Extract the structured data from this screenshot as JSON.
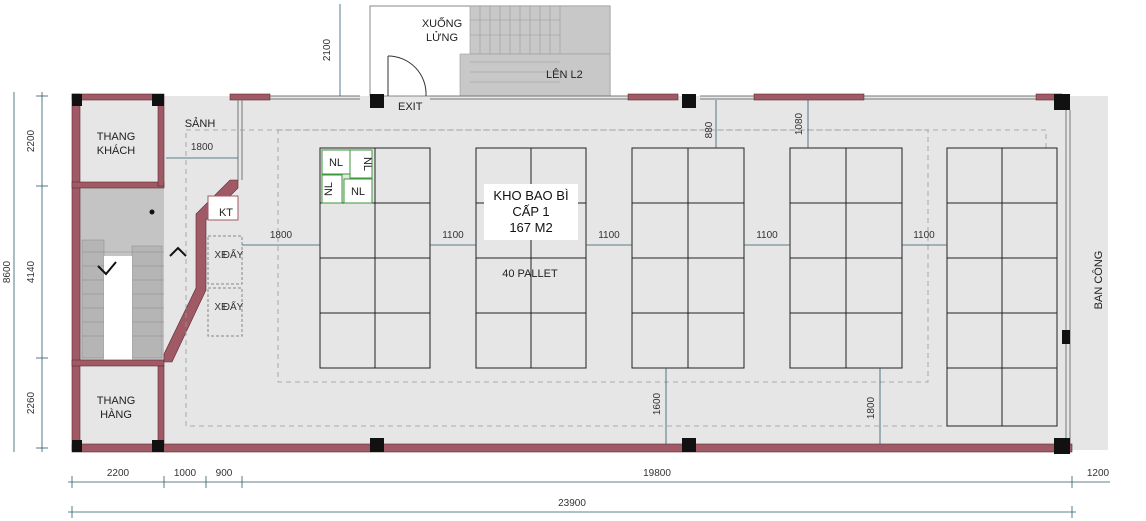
{
  "rooms": {
    "thang_khach_line1": "THANG",
    "thang_khach_line2": "KHÁCH",
    "sanh": "SẢNH",
    "thang_hang_line1": "THANG",
    "thang_hang_line2": "HÀNG",
    "kt": "KT",
    "xe_day_1_line1": "XE",
    "xe_day_1_line2": "ĐẨY",
    "xe_day_2_line1": "XE",
    "xe_day_2_line2": "ĐẨY",
    "xuong_lung_line1": "XUỐNG",
    "xuong_lung_line2": "LỬNG",
    "len_l2": "LÊN L2",
    "exit": "EXIT",
    "ban_cong": "BAN CÔNG",
    "nl": "NL",
    "warehouse_line1": "KHO BAO BÌ",
    "warehouse_line2": "CẤP 1",
    "warehouse_line3": "167 M2",
    "pallet_count": "40 PALLET"
  },
  "dimensions": {
    "d2100": "2100",
    "d1800_lobby": "1800",
    "d1800_left": "1800",
    "d1100_a": "1100",
    "d1100_b": "1100",
    "d1100_c": "1100",
    "d1100_d": "1100",
    "d880": "880",
    "d1080": "1080",
    "d1600": "1600",
    "d1800_bottom": "1800",
    "d8600": "8600",
    "d2200_v": "2200",
    "d4140": "4140",
    "d2260": "2260",
    "d2200_h": "2200",
    "d1000": "1000",
    "d900": "900",
    "d19800": "19800",
    "d1200": "1200",
    "d23900": "23900"
  },
  "colors": {
    "wall": "#a05a66",
    "column": "#111111",
    "floor": "#e6e6e6",
    "stair": "#c4c4c4",
    "dimension": "#2a5a6a"
  }
}
